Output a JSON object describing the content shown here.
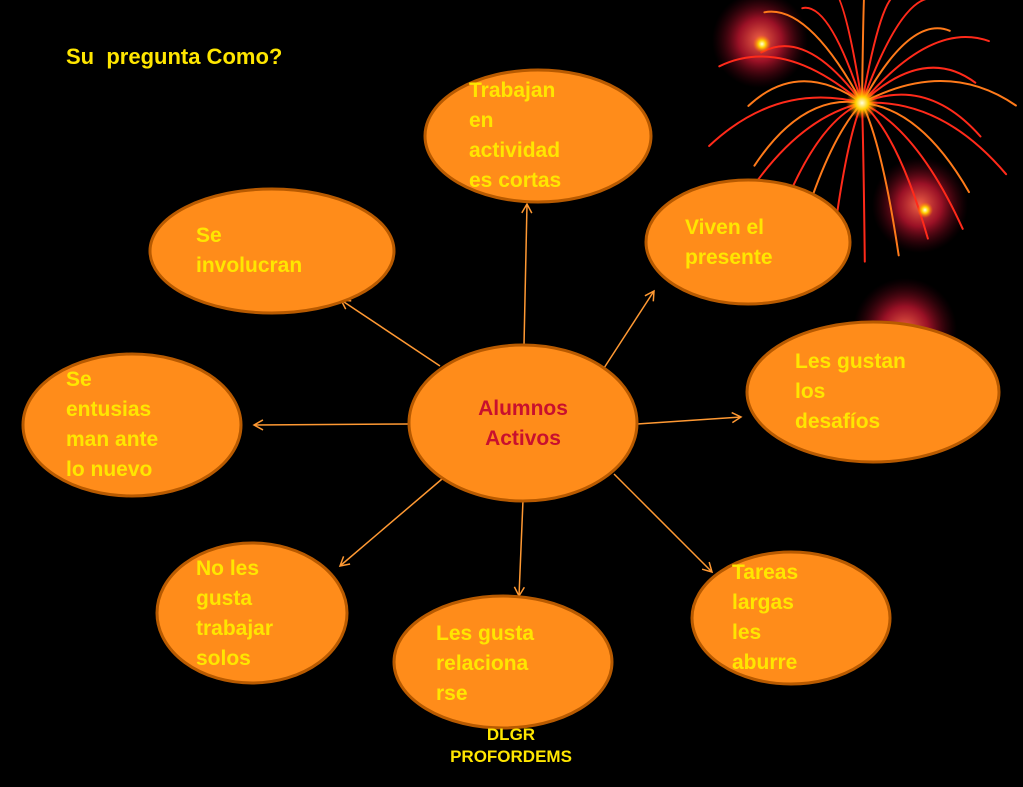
{
  "title": "Su  pregunta Como?",
  "center_node": "Alumnos\nActivos",
  "nodes": {
    "trabajan": "Trabajan\nen\nactividad\nes cortas",
    "viven": "Viven el\npresente",
    "desafios": "Les gustan\nlos\ndesafíos",
    "tareas": "Tareas\nlargas\nles\naburre",
    "relacionarse": "Les gusta\nrelaciona\nrse",
    "solos": "No les\ngusta\ntrabajar\nsolos",
    "nuevo": "Se\nentusias\nman ante\nlo nuevo",
    "involucran": "Se\ninvolucran"
  },
  "footer": "DLGR\nPROFORDEMS",
  "colors": {
    "background": "#000000",
    "node_fill": "#FF8C1A",
    "node_stroke": "#B85A00",
    "node_text": "#FFE600",
    "center_text": "#C8102E",
    "arrow": "#FF9933",
    "firework": "#FF3B1A"
  }
}
